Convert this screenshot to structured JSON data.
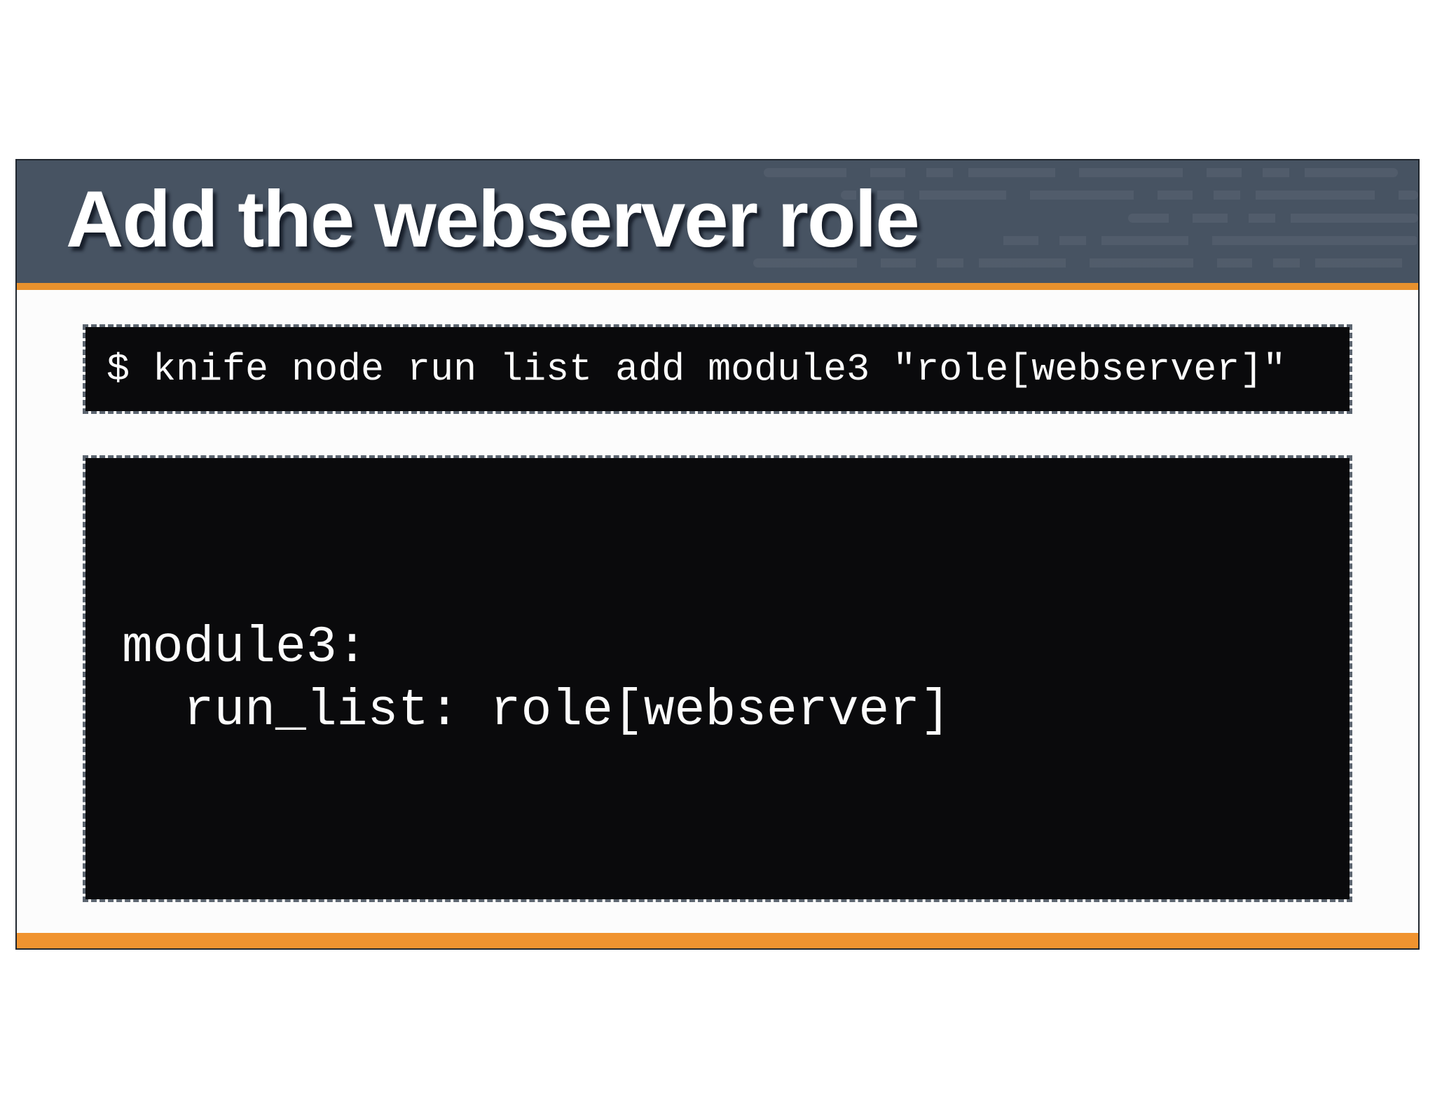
{
  "slide": {
    "title": "Add the webserver role",
    "terminal_command": "$ knife node run list add module3 \"role[webserver]\"",
    "code_block": {
      "line1": "module3:",
      "line2": "  run_list: role[webserver]"
    },
    "colors": {
      "header_background": "#475362",
      "accent_orange": "#E8912D",
      "footer_orange": "#F0932F",
      "terminal_background": "#0A0A0C",
      "terminal_border": "#5C6570",
      "terminal_text": "#FFFFFF",
      "title_text": "#FFFFFF"
    }
  }
}
